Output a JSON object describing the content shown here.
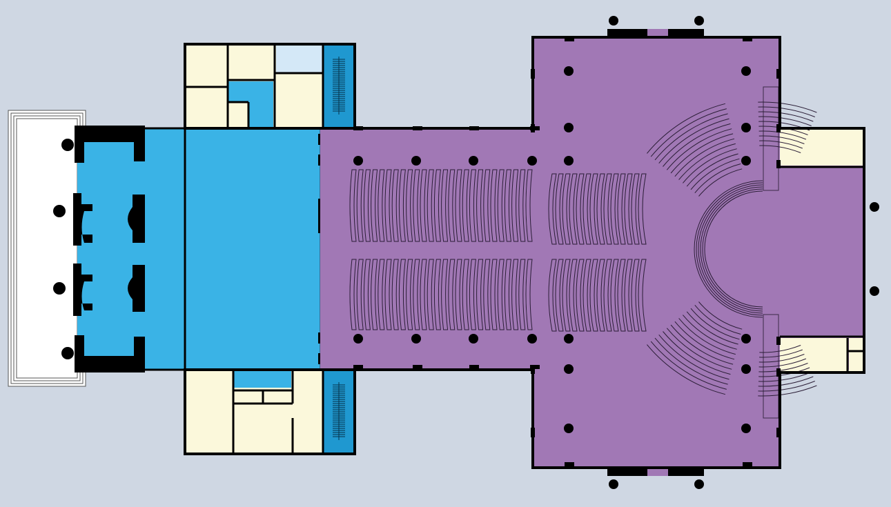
{
  "colors": {
    "background": "#cfd7e3",
    "nave": "#a178b5",
    "narthex": "#3ab3e6",
    "stair": "#1f98d0",
    "aux_room": "#fbf8db",
    "light_room": "#d4e8f7",
    "wall": "#000000",
    "portico_fill": "#ffffff"
  },
  "icons": [
    "column-icon",
    "pew-icon",
    "stair-icon",
    "altar-step-icon"
  ],
  "zones": [
    "portico",
    "narthex",
    "vestibule",
    "nave",
    "crossing",
    "apse",
    "sacristy",
    "stairwell"
  ]
}
